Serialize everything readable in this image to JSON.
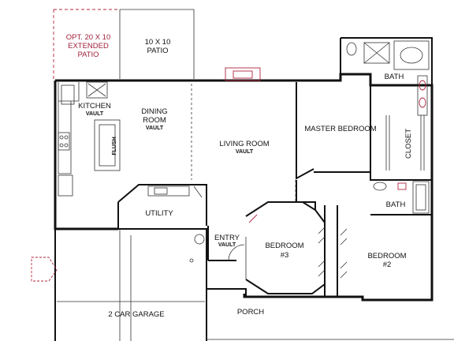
{
  "colors": {
    "wall": "#111111",
    "optional": "#b0243d",
    "background": "#ffffff"
  },
  "rooms": {
    "opt_patio": {
      "line1": "OPT. 20 X 10",
      "line2": "EXTENDED",
      "line3": "PATIO"
    },
    "patio": {
      "line1": "10 X 10",
      "line2": "PATIO"
    },
    "bath_master": {
      "name": "BATH"
    },
    "kitchen": {
      "name": "KITCHEN",
      "sub": "VAULT"
    },
    "dining": {
      "line1": "DINING",
      "line2": "ROOM",
      "sub": "VAULT"
    },
    "living": {
      "name": "LIVING ROOM",
      "sub": "VAULT"
    },
    "master": {
      "name": "MASTER BEDROOM"
    },
    "closet": {
      "name": "CLOSET"
    },
    "flush": {
      "name": "FLUSH"
    },
    "utility": {
      "name": "UTILITY"
    },
    "bath2": {
      "name": "BATH"
    },
    "entry": {
      "name": "ENTRY",
      "sub": "VAULT"
    },
    "bedroom3": {
      "name": "BEDROOM",
      "num": "#3"
    },
    "bedroom2": {
      "name": "BEDROOM",
      "num": "#2"
    },
    "garage": {
      "name": "2 CAR GARAGE"
    },
    "porch": {
      "name": "PORCH"
    }
  }
}
